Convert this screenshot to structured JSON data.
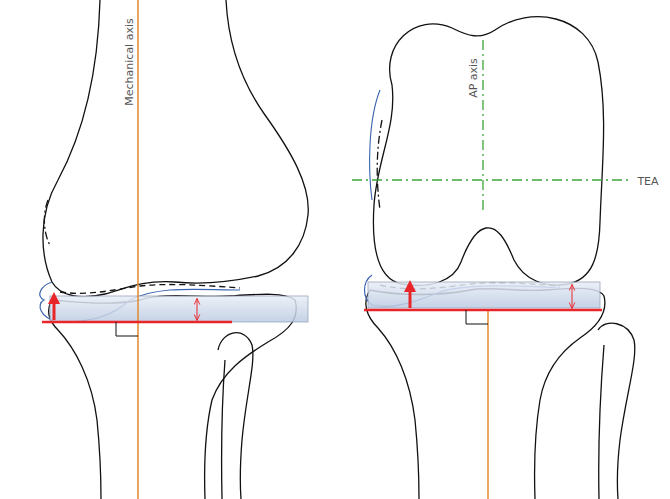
{
  "diagram": {
    "labels": [
      "Mechanical axis",
      "AP axis",
      "TEA"
    ]
  }
}
